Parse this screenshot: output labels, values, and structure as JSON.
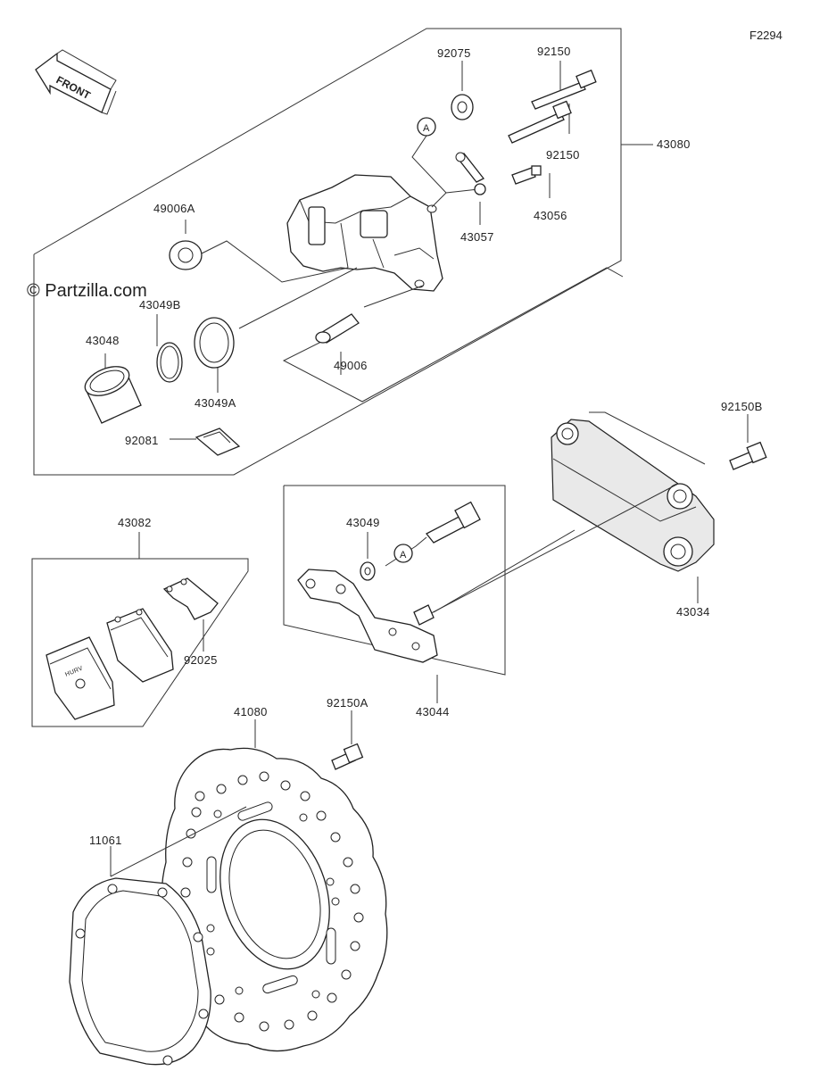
{
  "diagram_ref": "F2294",
  "watermark": "© Partzilla.com",
  "front_label": "FRONT",
  "reference_letter": "A",
  "parts": {
    "p92075": "92075",
    "p92150_top": "92150",
    "p92150_mid": "92150",
    "p43080": "43080",
    "p49006A": "49006A",
    "p43057": "43057",
    "p43056": "43056",
    "p43049B": "43049B",
    "p43048": "43048",
    "p49006": "49006",
    "p43049A": "43049A",
    "p92081": "92081",
    "p92150B": "92150B",
    "p43082": "43082",
    "p43049": "43049",
    "p43034": "43034",
    "p92025": "92025",
    "p43044": "43044",
    "p41080": "41080",
    "p92150A": "92150A",
    "p11061": "11061"
  },
  "icons": [
    "front-arrow-icon"
  ]
}
